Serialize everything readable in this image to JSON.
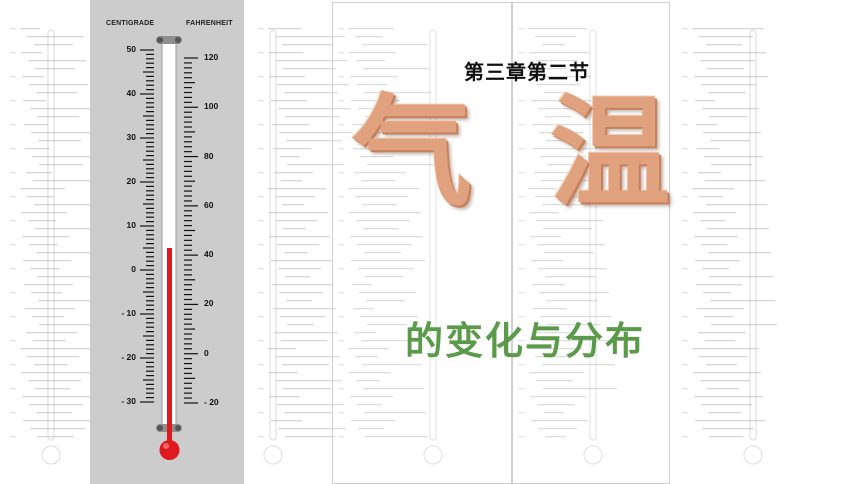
{
  "slide": {
    "subtitle": "第三章第二节",
    "title_chars": [
      "气",
      "温"
    ],
    "tagline": "的变化与分布",
    "colors": {
      "title_fill": "#e0a17f",
      "tagline": "#5a9a4a",
      "mercury": "#e0191e",
      "panel": "#cccccc"
    }
  },
  "thermometer": {
    "left_scale": {
      "heading": "CENTIGRADE",
      "labels": [
        "50",
        "40",
        "30",
        "20",
        "10",
        "0",
        "- 10",
        "- 20",
        "- 30"
      ],
      "min": -30,
      "max": 50
    },
    "right_scale": {
      "heading": "FAHRENHEIT",
      "labels": [
        "120",
        "100",
        "80",
        "60",
        "40",
        "20",
        "0",
        "- 20"
      ],
      "min": -20,
      "max": 120
    },
    "reading_celsius": 5
  }
}
